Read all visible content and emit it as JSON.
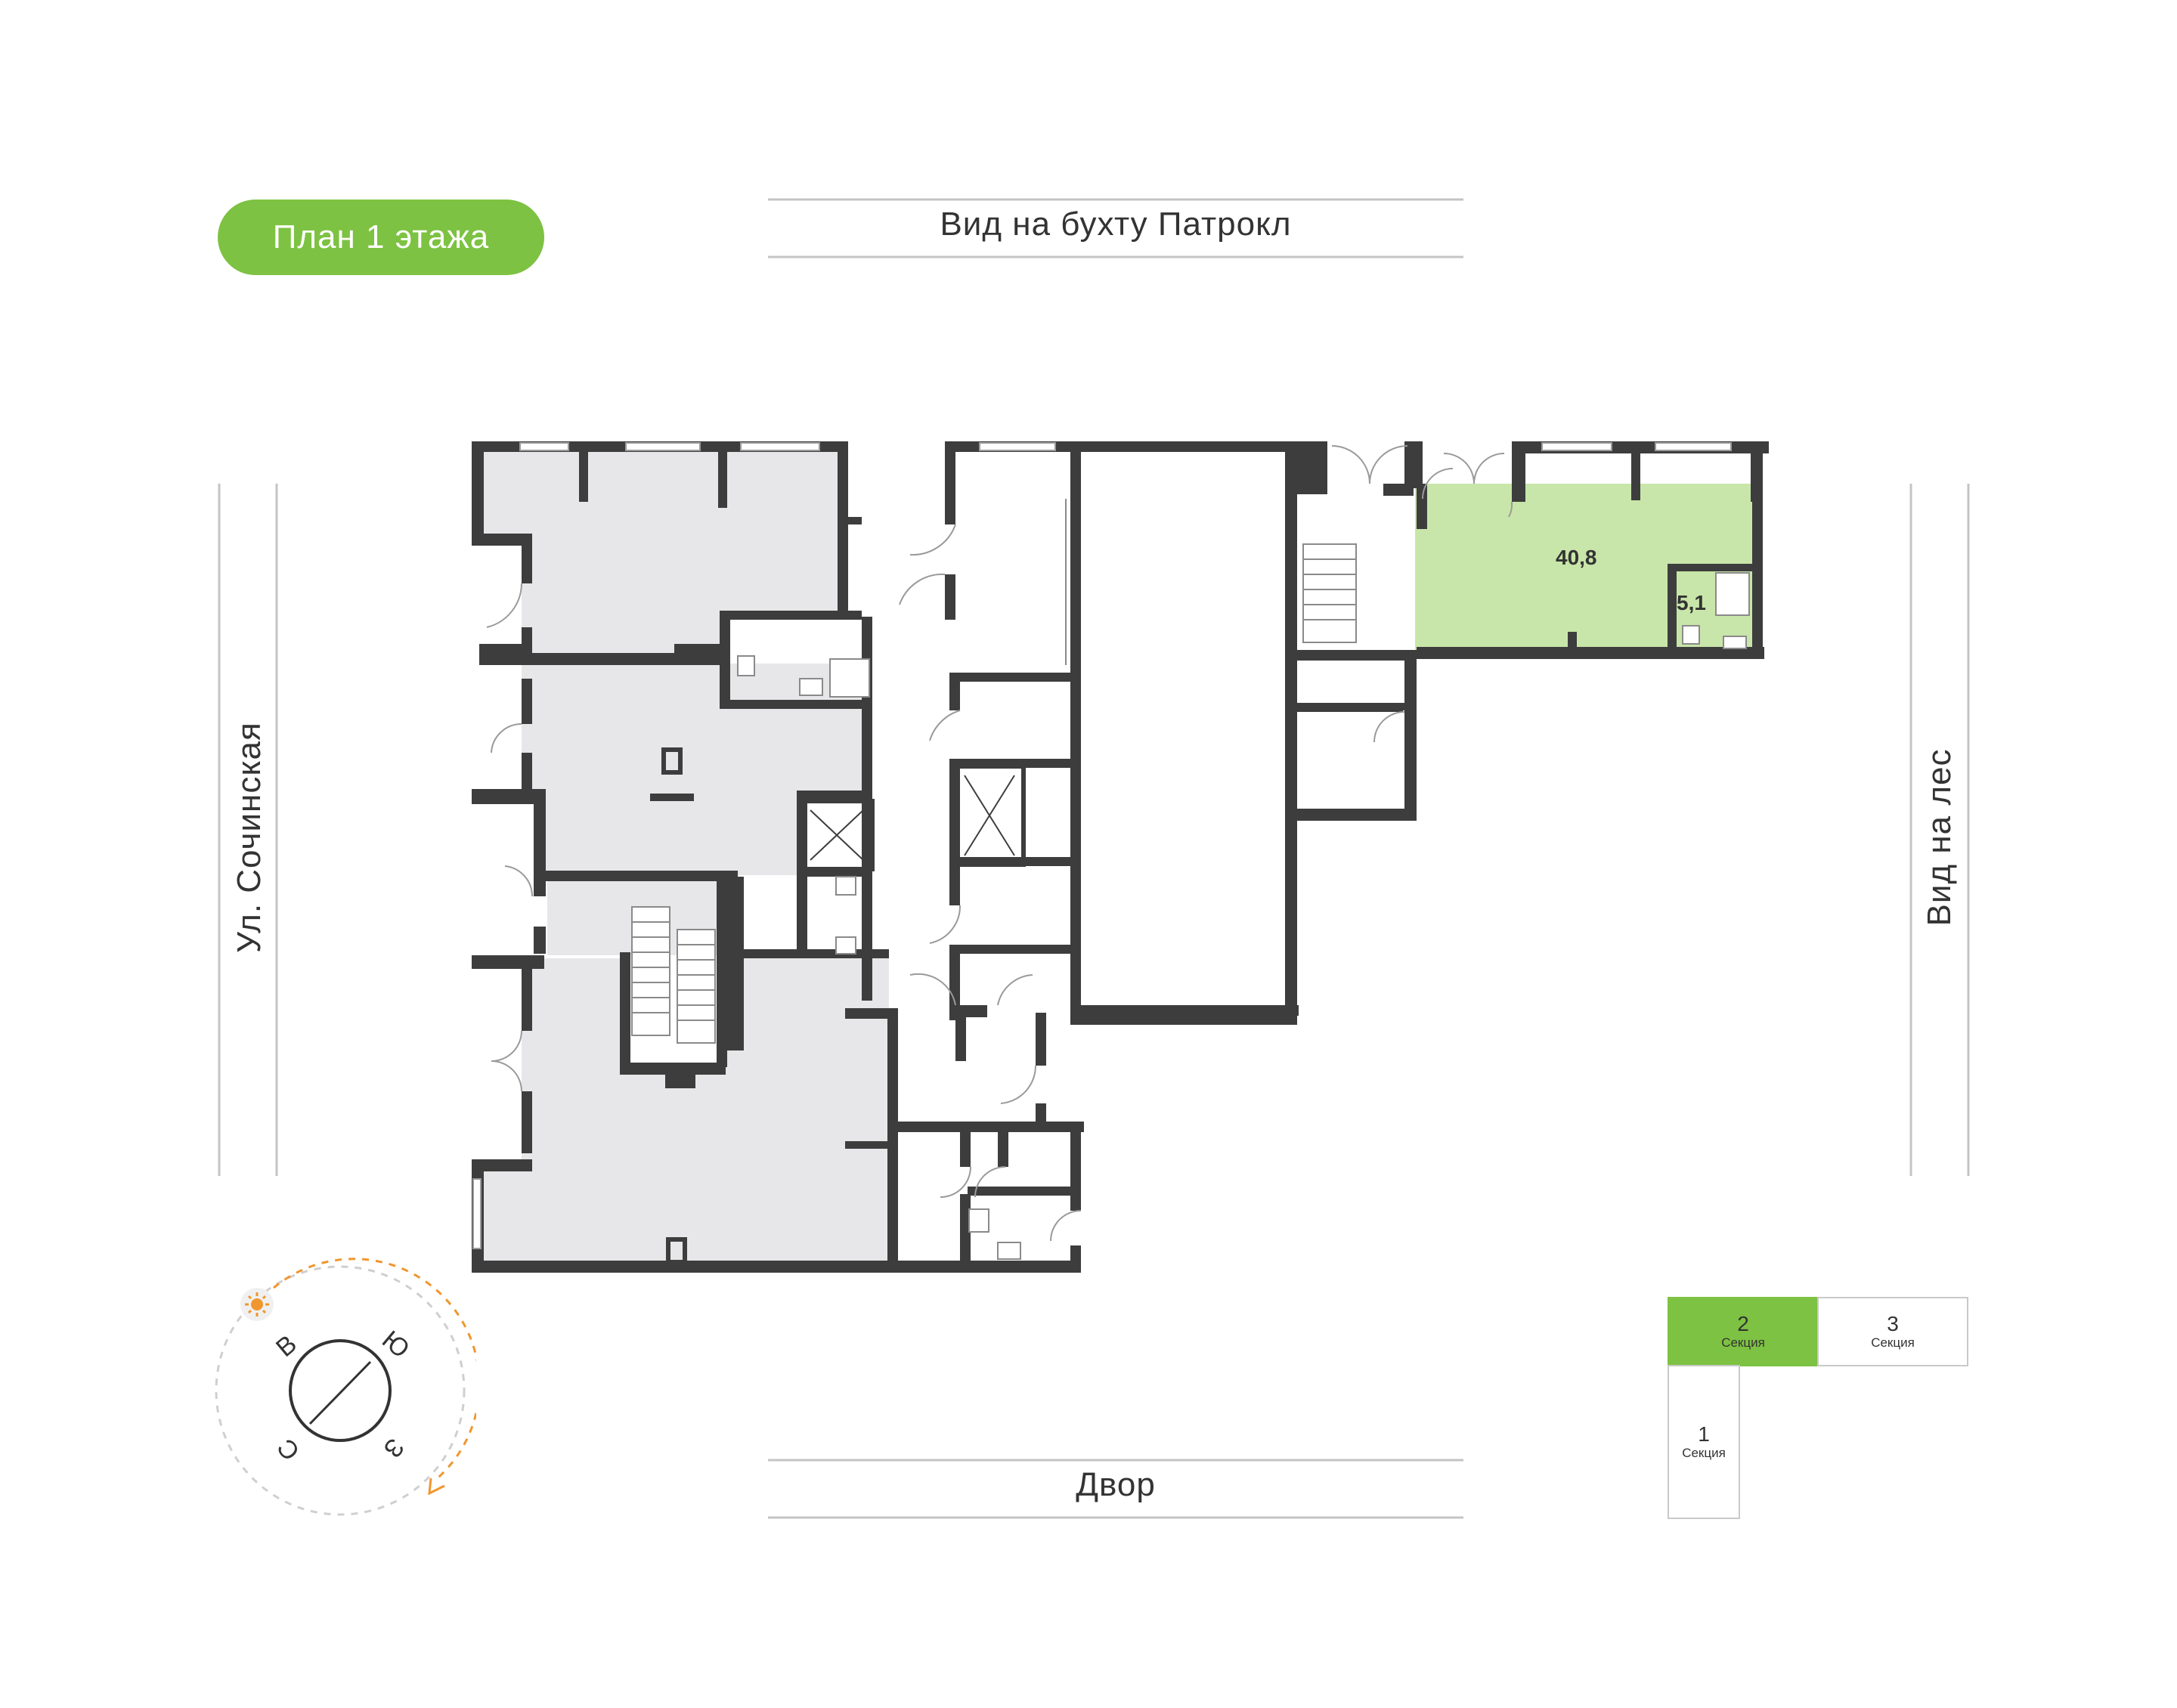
{
  "floor_badge": {
    "label": "План 1 этажа",
    "color": "#7dc242"
  },
  "views": {
    "top": "Вид на бухту Патрокл",
    "bottom": "Двор",
    "left": "Ул. Сочинская",
    "right": "Вид на лес"
  },
  "apartment": {
    "area_main": "40,8",
    "area_bath": "5,1",
    "highlight_color": "#c8e6a9"
  },
  "sections": [
    {
      "num": "2",
      "caption": "Секция",
      "active": true
    },
    {
      "num": "3",
      "caption": "Секция",
      "active": false
    },
    {
      "num": "1",
      "caption": "Секция",
      "active": false
    }
  ],
  "compass": {
    "north": "С",
    "east": "В",
    "south": "Ю",
    "west": "З",
    "sun_icon": "sun-icon",
    "accent_color": "#f0962e"
  },
  "colors": {
    "wall": "#3d3d3d",
    "room_fill": "#e7e7e9",
    "line": "#c4c4c4"
  }
}
